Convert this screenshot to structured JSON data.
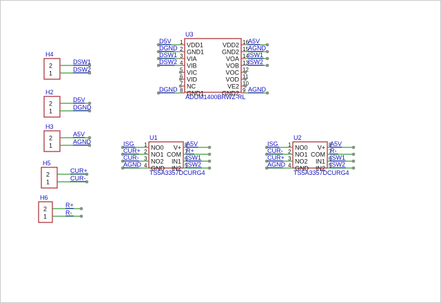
{
  "canvas": {
    "background": "#ffffff",
    "grid": false
  },
  "colors": {
    "body": "#a8242a",
    "wire": "#3a9a3a",
    "net_label": "#1010c0",
    "pin_text": "#111111"
  },
  "u3": {
    "ref": "U3",
    "value": "ADUM1400BRWZ-RL",
    "left_pins": [
      {
        "num": "1",
        "name": "VDD1",
        "net": "D5V"
      },
      {
        "num": "2",
        "name": "GND1",
        "net": "DGND"
      },
      {
        "num": "3",
        "name": "VIA",
        "net": "DSW1"
      },
      {
        "num": "4",
        "name": "VIB",
        "net": "DSW2"
      },
      {
        "num": "5",
        "name": "VIC",
        "net": ""
      },
      {
        "num": "6",
        "name": "VID",
        "net": ""
      },
      {
        "num": "7",
        "name": "NC",
        "net": ""
      },
      {
        "num": "8",
        "name": "GND1",
        "net": "DGND"
      }
    ],
    "right_pins": [
      {
        "num": "16",
        "name": "VDD2",
        "net": "A5V"
      },
      {
        "num": "15",
        "name": "GND2",
        "net": "AGND"
      },
      {
        "num": "14",
        "name": "VOA",
        "net": "ISW1"
      },
      {
        "num": "13",
        "name": "VOB",
        "net": "ISW2"
      },
      {
        "num": "12",
        "name": "VOC",
        "net": ""
      },
      {
        "num": "11",
        "name": "VOD",
        "net": ""
      },
      {
        "num": "10",
        "name": "VE2",
        "net": ""
      },
      {
        "num": "9",
        "name": "GND2",
        "net": "AGND"
      }
    ]
  },
  "u1": {
    "ref": "U1",
    "value": "TS5A3357DCURG4",
    "left_pins": [
      {
        "num": "1",
        "name": "NO0",
        "net": "ISG"
      },
      {
        "num": "2",
        "name": "NO1",
        "net": "CUR+"
      },
      {
        "num": "3",
        "name": "NO2",
        "net": "CUR-"
      },
      {
        "num": "4",
        "name": "GND",
        "net": "AGND"
      }
    ],
    "right_pins": [
      {
        "num": "8",
        "name": "V+",
        "net": "A5V"
      },
      {
        "num": "7",
        "name": "COM",
        "net": "R+"
      },
      {
        "num": "6",
        "name": "IN1",
        "net": "ISW1"
      },
      {
        "num": "5",
        "name": "IN2",
        "net": "ISW2"
      }
    ]
  },
  "u2": {
    "ref": "U2",
    "value": "TS5A3357DCURG4",
    "left_pins": [
      {
        "num": "1",
        "name": "NO0",
        "net": "ISG"
      },
      {
        "num": "2",
        "name": "NO1",
        "net": "CUR-"
      },
      {
        "num": "3",
        "name": "NO2",
        "net": "CUR+"
      },
      {
        "num": "4",
        "name": "GND",
        "net": "AGND"
      }
    ],
    "right_pins": [
      {
        "num": "8",
        "name": "V+",
        "net": "A5V"
      },
      {
        "num": "7",
        "name": "COM",
        "net": "R-"
      },
      {
        "num": "6",
        "name": "IN1",
        "net": "ISW1"
      },
      {
        "num": "5",
        "name": "IN2",
        "net": "ISW2"
      }
    ]
  },
  "headers": [
    {
      "ref": "H4",
      "pins": [
        {
          "num": "2",
          "net": "DSW1"
        },
        {
          "num": "1",
          "net": "DSW2"
        }
      ]
    },
    {
      "ref": "H2",
      "pins": [
        {
          "num": "2",
          "net": "D5V"
        },
        {
          "num": "1",
          "net": "DGND"
        }
      ]
    },
    {
      "ref": "H3",
      "pins": [
        {
          "num": "2",
          "net": "A5V"
        },
        {
          "num": "1",
          "net": "AGND"
        }
      ]
    },
    {
      "ref": "H5",
      "pins": [
        {
          "num": "2",
          "net": "CUR+"
        },
        {
          "num": "1",
          "net": "CUR-"
        }
      ]
    },
    {
      "ref": "H6",
      "pins": [
        {
          "num": "2",
          "net": "R+"
        },
        {
          "num": "1",
          "net": "R-"
        }
      ]
    }
  ]
}
